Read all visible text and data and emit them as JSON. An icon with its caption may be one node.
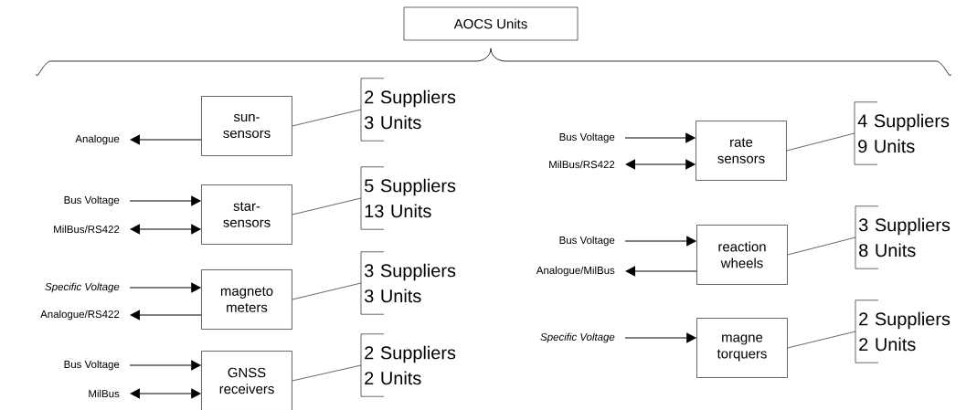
{
  "diagram": {
    "nodes": [
      {
        "text": [
          "AOCS Units"
        ]
      },
      {
        "text": [
          "Analogue"
        ]
      },
      {
        "text": [
          "sun- sensors"
        ]
      },
      {
        "text": [
          "2 Suppliers 3 Units"
        ]
      },
      {
        "text": [
          "Bus Voltage"
        ]
      },
      {
        "text": [
          "MilBus/RS422"
        ]
      },
      {
        "text": [
          "star- sensors"
        ]
      },
      {
        "text": [
          "5 Suppliers 13 Units"
        ]
      },
      {
        "text": [
          "Specific Voltage"
        ]
      },
      {
        "text": [
          "Analogue/RS422"
        ]
      },
      {
        "text": [
          "magneto meters"
        ]
      },
      {
        "text": [
          "3 Suppliers 3 Units"
        ]
      },
      {
        "text": [
          "Bus Voltage"
        ]
      },
      {
        "text": [
          "MilBus"
        ]
      },
      {
        "text": [
          "GNSS receivers"
        ]
      },
      {
        "text": [
          "2 Suppliers 2 Units"
        ]
      },
      {
        "text": [
          "Bus Voltage"
        ]
      },
      {
        "text": [
          "MilBus/RS422"
        ]
      },
      {
        "text": [
          "rate sensors"
        ]
      },
      {
        "text": [
          "4 Suppliers 9 Units"
        ]
      },
      {
        "text": [
          "Bus Voltage"
        ]
      },
      {
        "text": [
          "Analogue/MilBus"
        ]
      },
      {
        "text": [
          "reaction wheels"
        ]
      },
      {
        "text": [
          "3 Suppliers 8 Units"
        ]
      },
      {
        "text": [
          "Specific Voltage"
        ]
      },
      {
        "text": [
          "magne torquers"
        ]
      },
      {
        "text": [
          "2 Suppliers 2 Units"
        ]
      }
    ],
    "edges": [
      {
        "from": 2,
        "to": 1,
        "arrow": "to"
      },
      {
        "from": 2,
        "to": 3,
        "arrow": "none"
      },
      {
        "from": 4,
        "to": 6,
        "arrow": "to"
      },
      {
        "from": 5,
        "to": 6,
        "arrow": "both"
      },
      {
        "from": 6,
        "to": 7,
        "arrow": "none"
      },
      {
        "from": 8,
        "to": 10,
        "arrow": "to"
      },
      {
        "from": 10,
        "to": 9,
        "arrow": "to"
      },
      {
        "from": 10,
        "to": 11,
        "arrow": "none"
      },
      {
        "from": 12,
        "to": 14,
        "arrow": "to"
      },
      {
        "from": 13,
        "to": 14,
        "arrow": "both"
      },
      {
        "from": 14,
        "to": 15,
        "arrow": "none"
      },
      {
        "from": 16,
        "to": 18,
        "arrow": "to"
      },
      {
        "from": 17,
        "to": 18,
        "arrow": "both"
      },
      {
        "from": 18,
        "to": 19,
        "arrow": "none"
      },
      {
        "from": 20,
        "to": 22,
        "arrow": "to"
      },
      {
        "from": 22,
        "to": 21,
        "arrow": "to"
      },
      {
        "from": 22,
        "to": 23,
        "arrow": "none"
      },
      {
        "from": 24,
        "to": 25,
        "arrow": "to"
      },
      {
        "from": 25,
        "to": 26,
        "arrow": "none"
      }
    ]
  }
}
